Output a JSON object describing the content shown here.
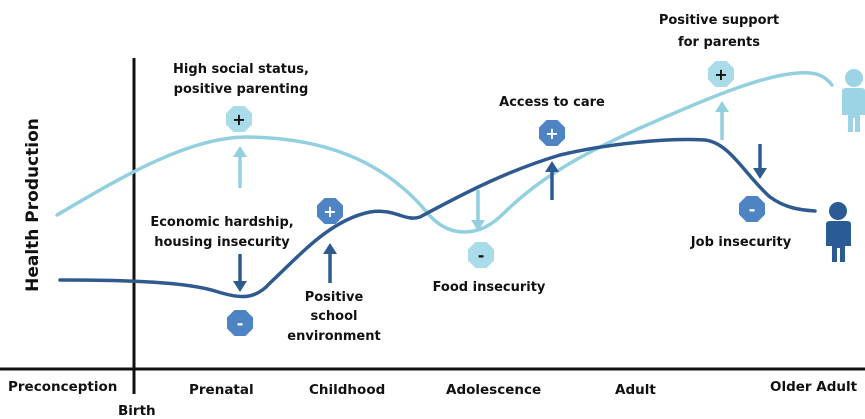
{
  "y_axis_label": "Health Production",
  "x_axis": {
    "left_label": "Preconception",
    "birth_label": "Birth",
    "stages": [
      "Prenatal",
      "Childhood",
      "Adolescence",
      "Adult",
      "Older Adult"
    ]
  },
  "annotations": {
    "high_status": [
      "High social status,",
      "positive parenting"
    ],
    "economic_hardship": [
      "Economic hardship,",
      "housing insecurity"
    ],
    "positive_school": [
      "Positive",
      "school",
      "environment"
    ],
    "food_insecurity": "Food insecurity",
    "access_to_care": "Access to care",
    "positive_support": [
      "Positive support",
      "for parents"
    ],
    "job_insecurity": "Job insecurity"
  },
  "badges": {
    "plus": "+",
    "minus": "-"
  },
  "colors": {
    "light_curve": "#92d0e0",
    "dark_curve": "#2f5a8f",
    "badge_light": "#a9dbe9",
    "badge_dark": "#4e84c4",
    "axis": "#111111",
    "person_light": "#9cd4e6",
    "person_dark": "#2b5b94"
  },
  "icons": [
    "plus-octagon-icon",
    "minus-octagon-icon",
    "up-arrow-icon",
    "down-arrow-icon",
    "person-icon"
  ]
}
